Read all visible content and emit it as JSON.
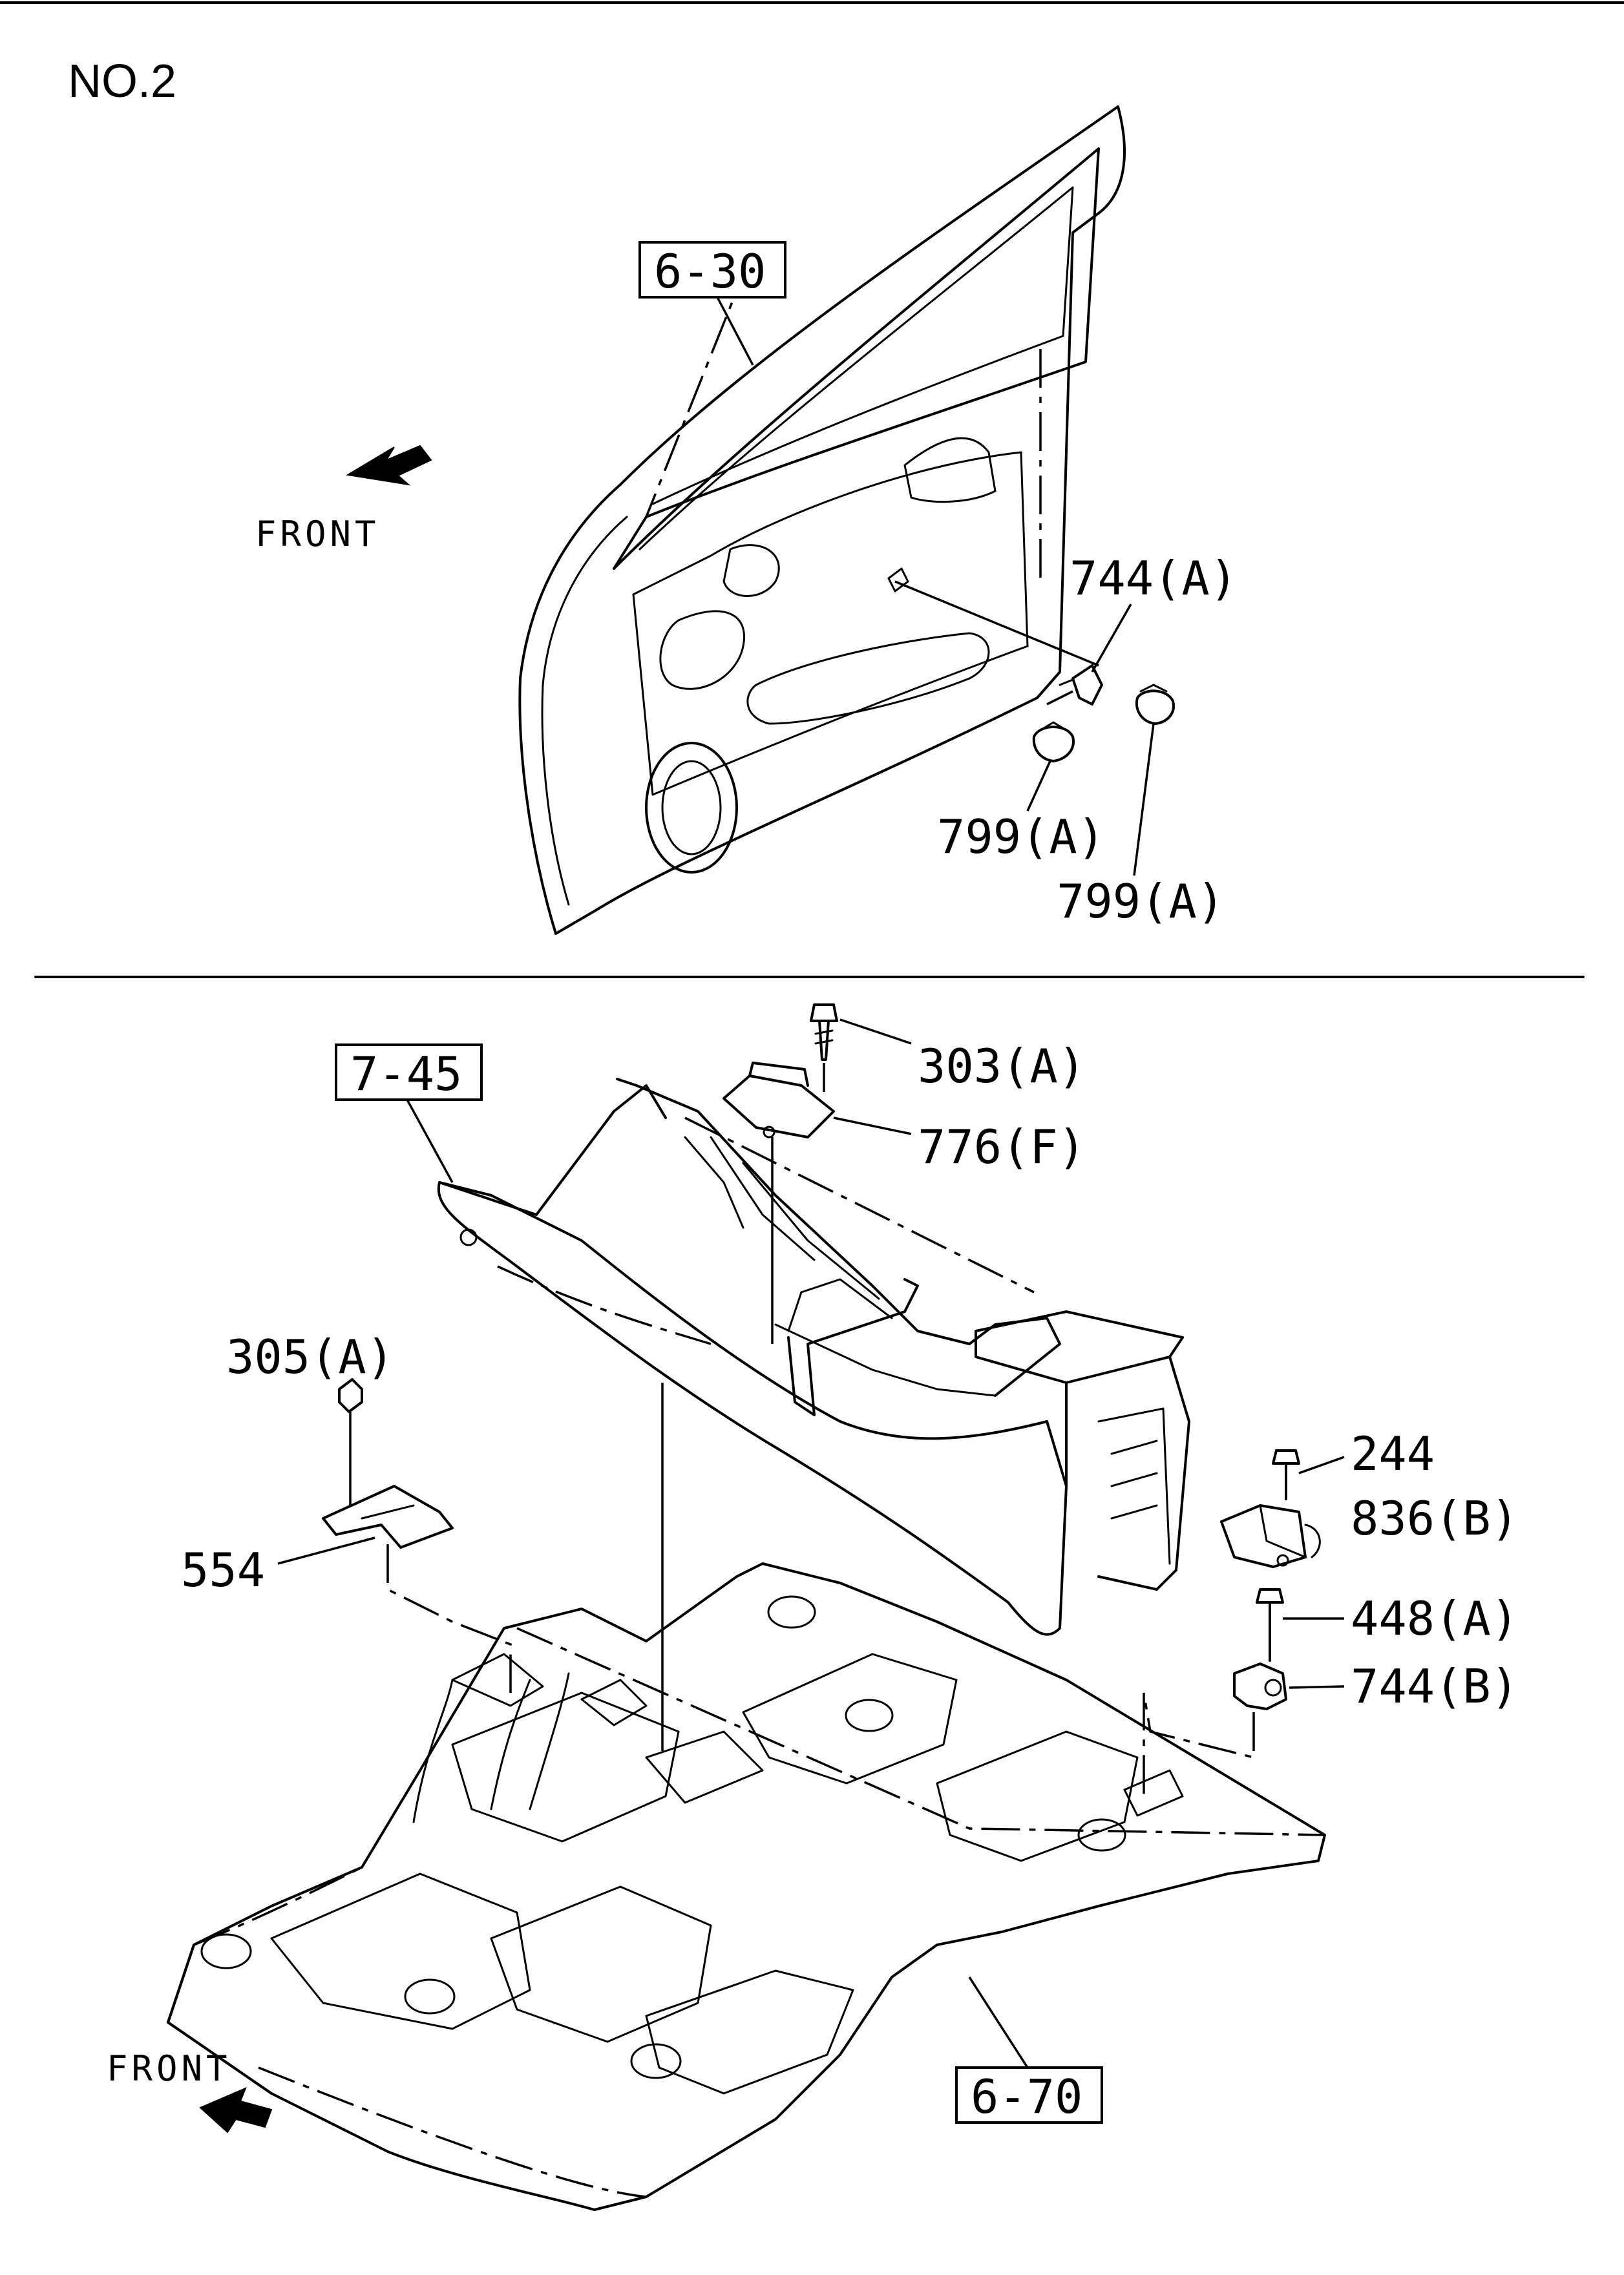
{
  "title": "NO.2",
  "section_refs": {
    "door": "6-30",
    "console": "7-45",
    "floor": "6-70"
  },
  "direction": {
    "top": "FRONT",
    "bottom": "FRONT"
  },
  "parts": {
    "p744a": "744(A)",
    "p799a_1": "799(A)",
    "p799a_2": "799(A)",
    "p303a": "303(A)",
    "p776f": "776(F)",
    "p305a": "305(A)",
    "p554": "554",
    "p244": "244",
    "p836b": "836(B)",
    "p448a": "448(A)",
    "p744b": "744(B)"
  },
  "colors": {
    "line": "#000000",
    "background": "#ffffff"
  }
}
